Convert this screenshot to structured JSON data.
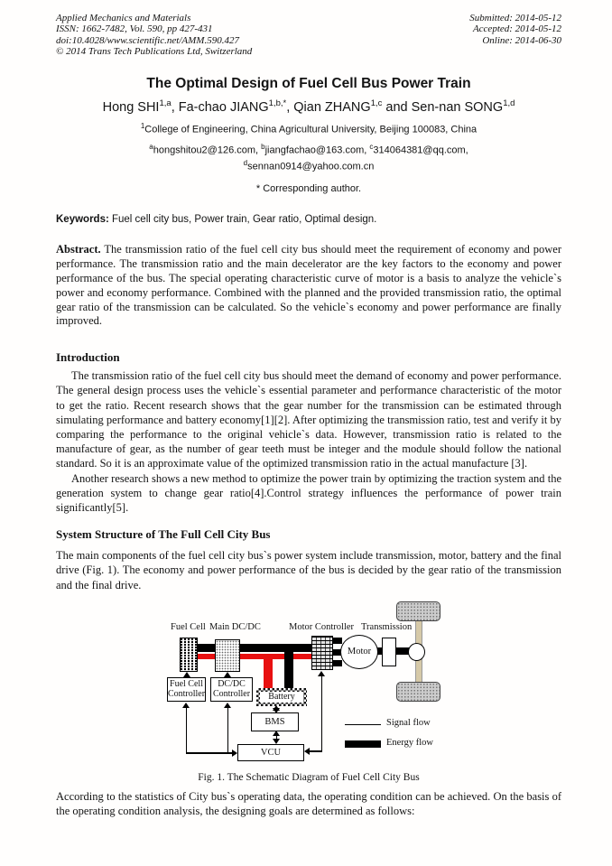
{
  "journal_header": {
    "left_lines": [
      "Applied Mechanics and Materials",
      "ISSN: 1662-7482, Vol. 590, pp 427-431",
      "doi:10.4028/www.scientific.net/AMM.590.427",
      "© 2014 Trans Tech Publications Ltd, Switzerland"
    ],
    "right_lines": [
      "Submitted: 2014-05-12",
      "Accepted: 2014-05-12",
      "Online: 2014-06-30"
    ]
  },
  "article": {
    "title": "The Optimal Design of Fuel Cell Bus Power Train",
    "authors_rich": [
      {
        "t": "Hong SHI"
      },
      {
        "s": "1,a"
      },
      {
        "t": ", Fa-chao JIANG"
      },
      {
        "s": "1,b,*"
      },
      {
        "t": ", Qian ZHANG"
      },
      {
        "s": "1,c"
      },
      {
        "t": " and Sen-nan SONG"
      },
      {
        "s": "1,d"
      }
    ],
    "affiliation_rich": [
      {
        "s": "1"
      },
      {
        "t": "College of Engineering, China Agricultural University, Beijing 100083, China"
      }
    ],
    "emails_line1_rich": [
      {
        "s": "a"
      },
      {
        "t": "hongshitou2@126.com, "
      },
      {
        "s": "b"
      },
      {
        "t": "jiangfachao@163.com, "
      },
      {
        "s": "c"
      },
      {
        "t": "314064381@qq.com,"
      }
    ],
    "emails_line2_rich": [
      {
        "s": "d"
      },
      {
        "t": "sennan0914@yahoo.com.cn"
      }
    ],
    "corresponding": "* Corresponding author.",
    "keywords_label": "Keywords:",
    "keywords_text": " Fuel cell city bus, Power train, Gear ratio, Optimal design.",
    "abstract_label": "Abstract.",
    "abstract_text": " The transmission ratio of the fuel cell city bus should meet the requirement of economy and power performance. The transmission ratio and the main decelerator are the key factors to the economy and power performance of the bus. The special operating characteristic curve of motor is a basis to analyze the vehicle`s power and economy performance. Combined with the planned and the provided transmission ratio, the optimal gear ratio of the transmission can be calculated. So the vehicle`s economy and power performance are finally improved.",
    "sections": {
      "introduction": {
        "heading": "Introduction",
        "p1": "The transmission ratio of the fuel cell city bus should meet the demand of economy and power performance. The general design process uses the vehicle`s essential parameter and performance characteristic of the motor to get the ratio. Recent research shows that the gear number for the transmission can be estimated through simulating performance and battery economy[1][2]. After optimizing the transmission ratio, test and verify it by comparing the performance to the original vehicle`s data. However, transmission ratio is related to the manufacture of gear, as the number of gear teeth must be integer and the module should follow the national standard. So it is an approximate value of the optimized transmission ratio in the actual manufacture [3].",
        "p2": "Another research shows a new method to optimize the power train by optimizing the traction system and the generation system to change gear ratio[4].Control strategy influences the performance of power train significantly[5]."
      },
      "system": {
        "heading": "System Structure of The Full Cell City Bus",
        "p1": "The main components of the fuel cell city bus`s power system include transmission, motor, battery and the final drive (Fig. 1). The economy and power performance of the bus is decided by the gear ratio of the transmission and the final drive."
      }
    },
    "closing_paragraph": "According to the statistics of City bus`s operating data, the operating condition can be achieved. On the basis of the operating condition analysis, the designing goals are determined as follows:"
  },
  "figure": {
    "caption": "Fig. 1. The Schematic Diagram of Fuel Cell City Bus",
    "labels": {
      "fuel_cell": "Fuel Cell",
      "main_dcdc": "Main DC/DC",
      "motor_controller": "Motor Controller",
      "transmission": "Transmission",
      "motor": "Motor",
      "fuel_cell_controller_l1": "Fuel Cell",
      "fuel_cell_controller_l2": "Controller",
      "dcdc_controller_l1": "DC/DC",
      "dcdc_controller_l2": "Controller",
      "battery": "Battery",
      "bms": "BMS",
      "vcu": "VCU"
    },
    "legend": {
      "signal": "Signal flow",
      "energy": "Energy  flow"
    },
    "colors": {
      "energy_black": "#000000",
      "energy_red": "#e81010",
      "axle_tan": "#d6c9a8",
      "wheel_gray": "#cccccc"
    }
  }
}
